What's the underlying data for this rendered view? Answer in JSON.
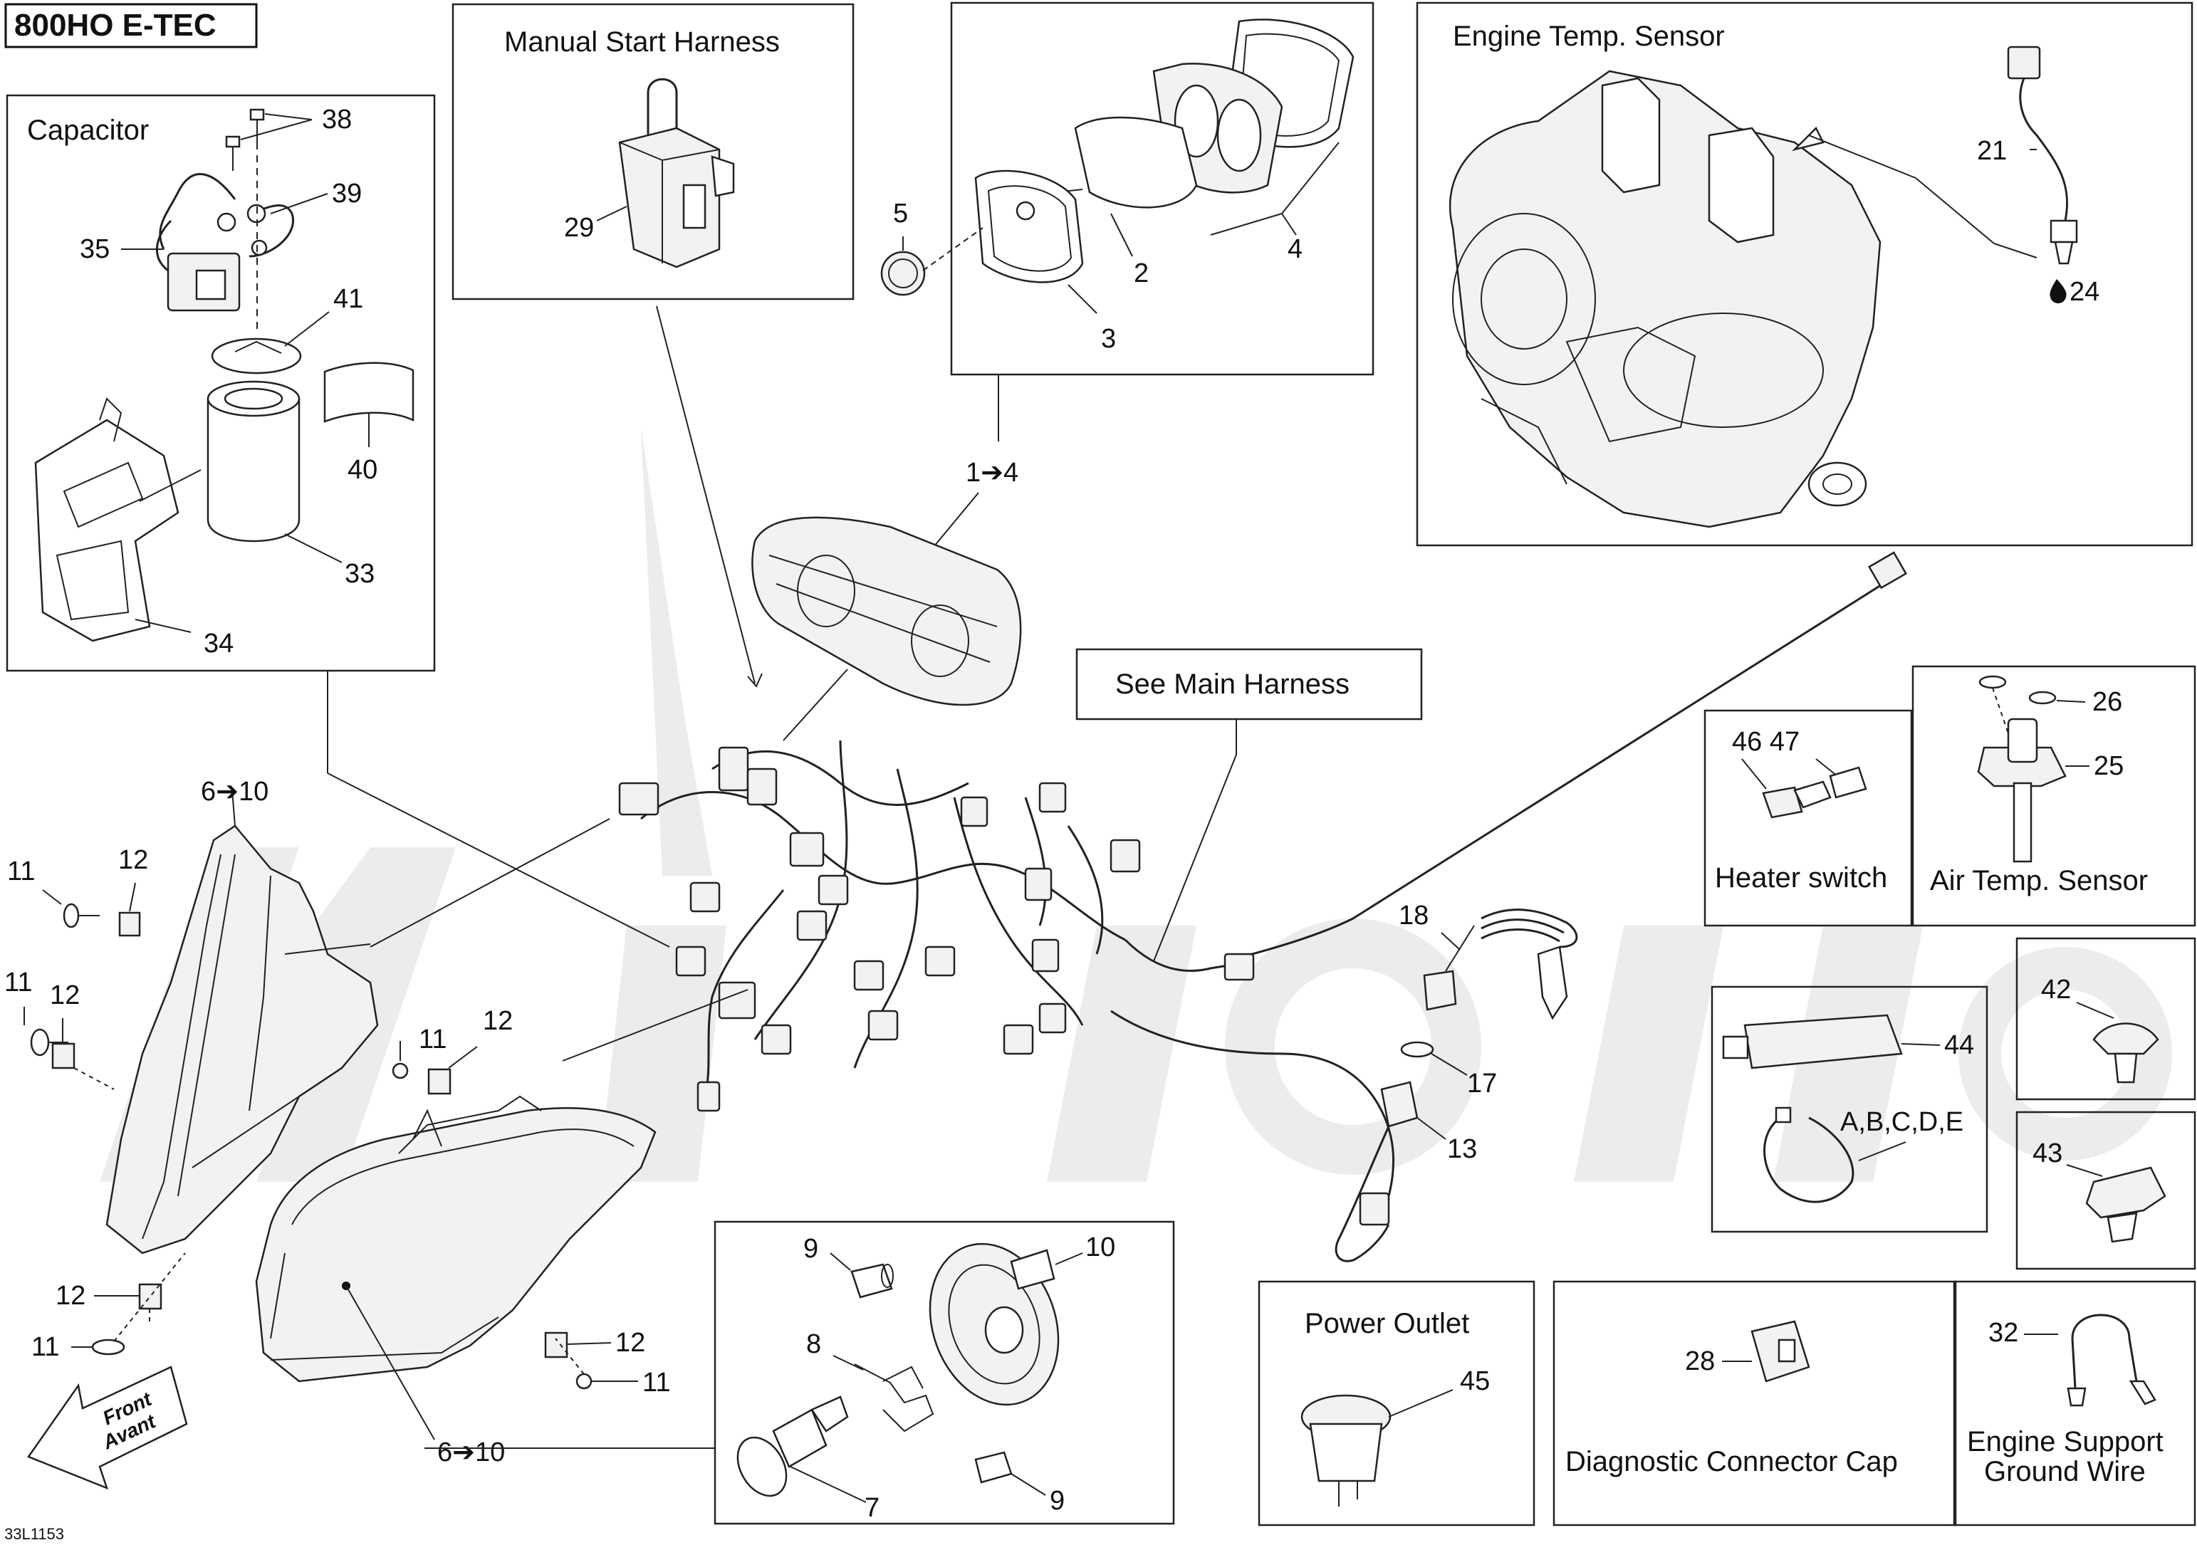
{
  "model_tag": "800HO E-TEC",
  "figure_code": "33L1153",
  "boxes": {
    "capacitor": "Capacitor",
    "manual_start_harness": "Manual Start Harness",
    "engine_temp_sensor": "Engine Temp. Sensor",
    "see_main_harness": "See Main Harness",
    "heater_switch": "Heater switch",
    "air_temp_sensor": "Air Temp. Sensor",
    "power_outlet": "Power Outlet",
    "diagnostic_connector_cap": "Diagnostic Connector Cap",
    "engine_support_ground_wire_1": "Engine Support",
    "engine_support_ground_wire_2": "Ground Wire"
  },
  "front_arrow": {
    "line1": "Front",
    "line2": "Avant"
  },
  "callouts": {
    "c38": "38",
    "c39": "39",
    "c35": "35",
    "c41": "41",
    "c40": "40",
    "c33": "33",
    "c34": "34",
    "c29": "29",
    "c5": "5",
    "c2": "2",
    "c3": "3",
    "c4": "4",
    "c1to4": "1➔4",
    "c21": "21",
    "c24": "24",
    "c6to10_top": "6➔10",
    "c6to10_bottom": "6➔10",
    "c11a": "11",
    "c12a": "12",
    "c11b": "11",
    "c12b": "12",
    "c11c": "11",
    "c12c": "12",
    "c12d": "12",
    "c11d": "11",
    "c12e": "12",
    "c11e": "11",
    "c46_47": "46 47",
    "c26": "26",
    "c25": "25",
    "c18": "18",
    "c17": "17",
    "c13": "13",
    "c44": "44",
    "c42": "42",
    "c43": "43",
    "cABCDE": "A,B,C,D,E",
    "c9a": "9",
    "c10": "10",
    "c8": "8",
    "c7": "7",
    "c9b": "9",
    "c45": "45",
    "c28": "28",
    "c32": "32"
  }
}
